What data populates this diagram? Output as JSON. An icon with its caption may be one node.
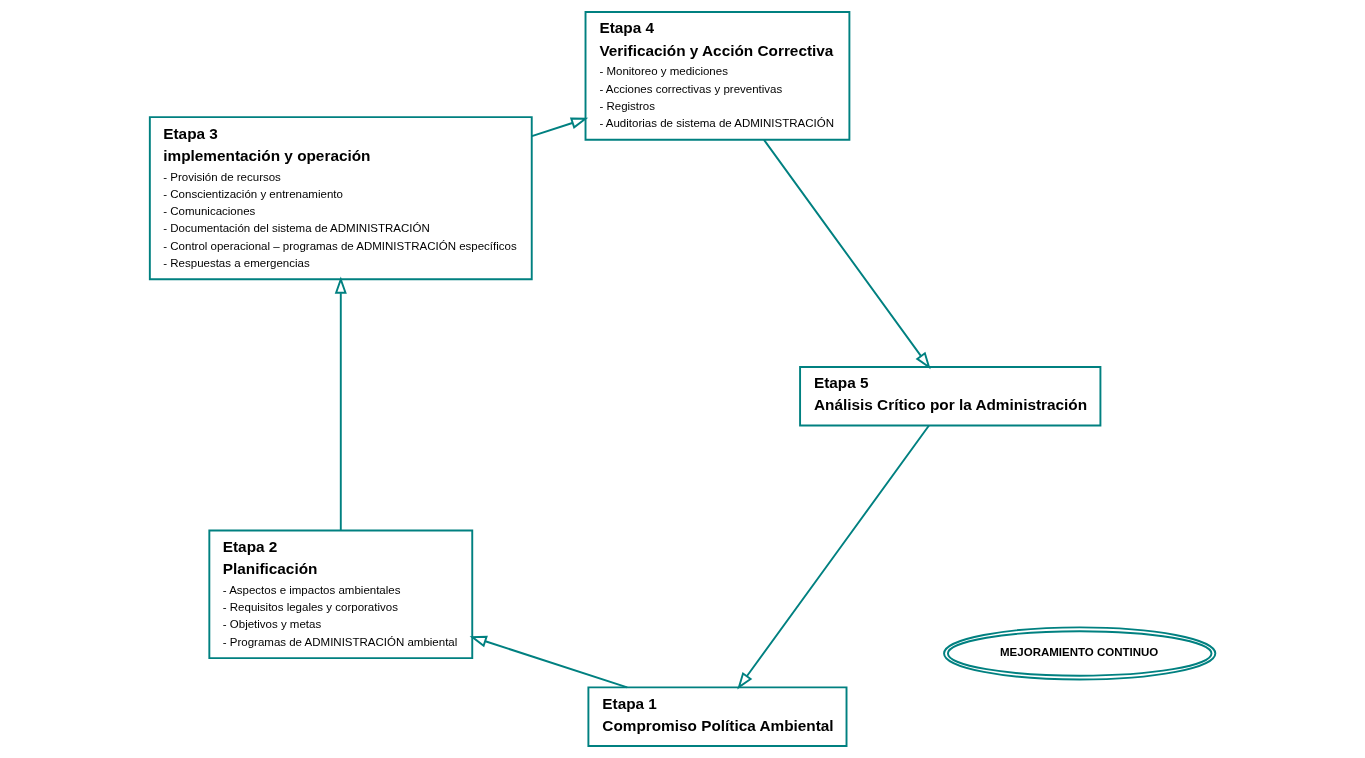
{
  "diagram": {
    "nodes": [
      {
        "text": [
          "Etapa 1",
          "Compromiso Política Ambiental"
        ]
      },
      {
        "text": [
          "Etapa 2",
          "Planificación",
          "- Aspectos e impactos ambientales",
          "- Requisitos legales y corporativos",
          "- Objetivos y metas",
          "- Programas de ADMINISTRACIÓN ambiental"
        ]
      },
      {
        "text": [
          "Etapa 3",
          "implementación y operación",
          "- Provisión de recursos",
          "- Conscientización y entrenamiento",
          "- Comunicaciones",
          "- Documentación del sistema de ADMINISTRACIÓN",
          "- Control operacional – programas de ADMINISTRACIÓN específicos",
          "- Respuestas a emergencias"
        ]
      },
      {
        "text": [
          "Etapa 4",
          "Verificación y Acción Correctiva",
          "- Monitoreo y mediciones",
          "- Acciones correctivas y preventivas",
          "- Registros",
          "- Auditorias de sistema de ADMINISTRACIÓN"
        ]
      },
      {
        "text": [
          "Etapa 5",
          "Análisis Crítico por la Administración"
        ]
      },
      {
        "text": [
          "MEJORAMIENTO CONTINUO"
        ]
      }
    ],
    "edges": [
      {
        "from": 4,
        "to": 0,
        "arrow": "to"
      },
      {
        "from": 0,
        "to": 1,
        "arrow": "to"
      },
      {
        "from": 1,
        "to": 2,
        "arrow": "to"
      },
      {
        "from": 2,
        "to": 3,
        "arrow": "to"
      },
      {
        "from": 3,
        "to": 4,
        "arrow": "to"
      }
    ]
  }
}
